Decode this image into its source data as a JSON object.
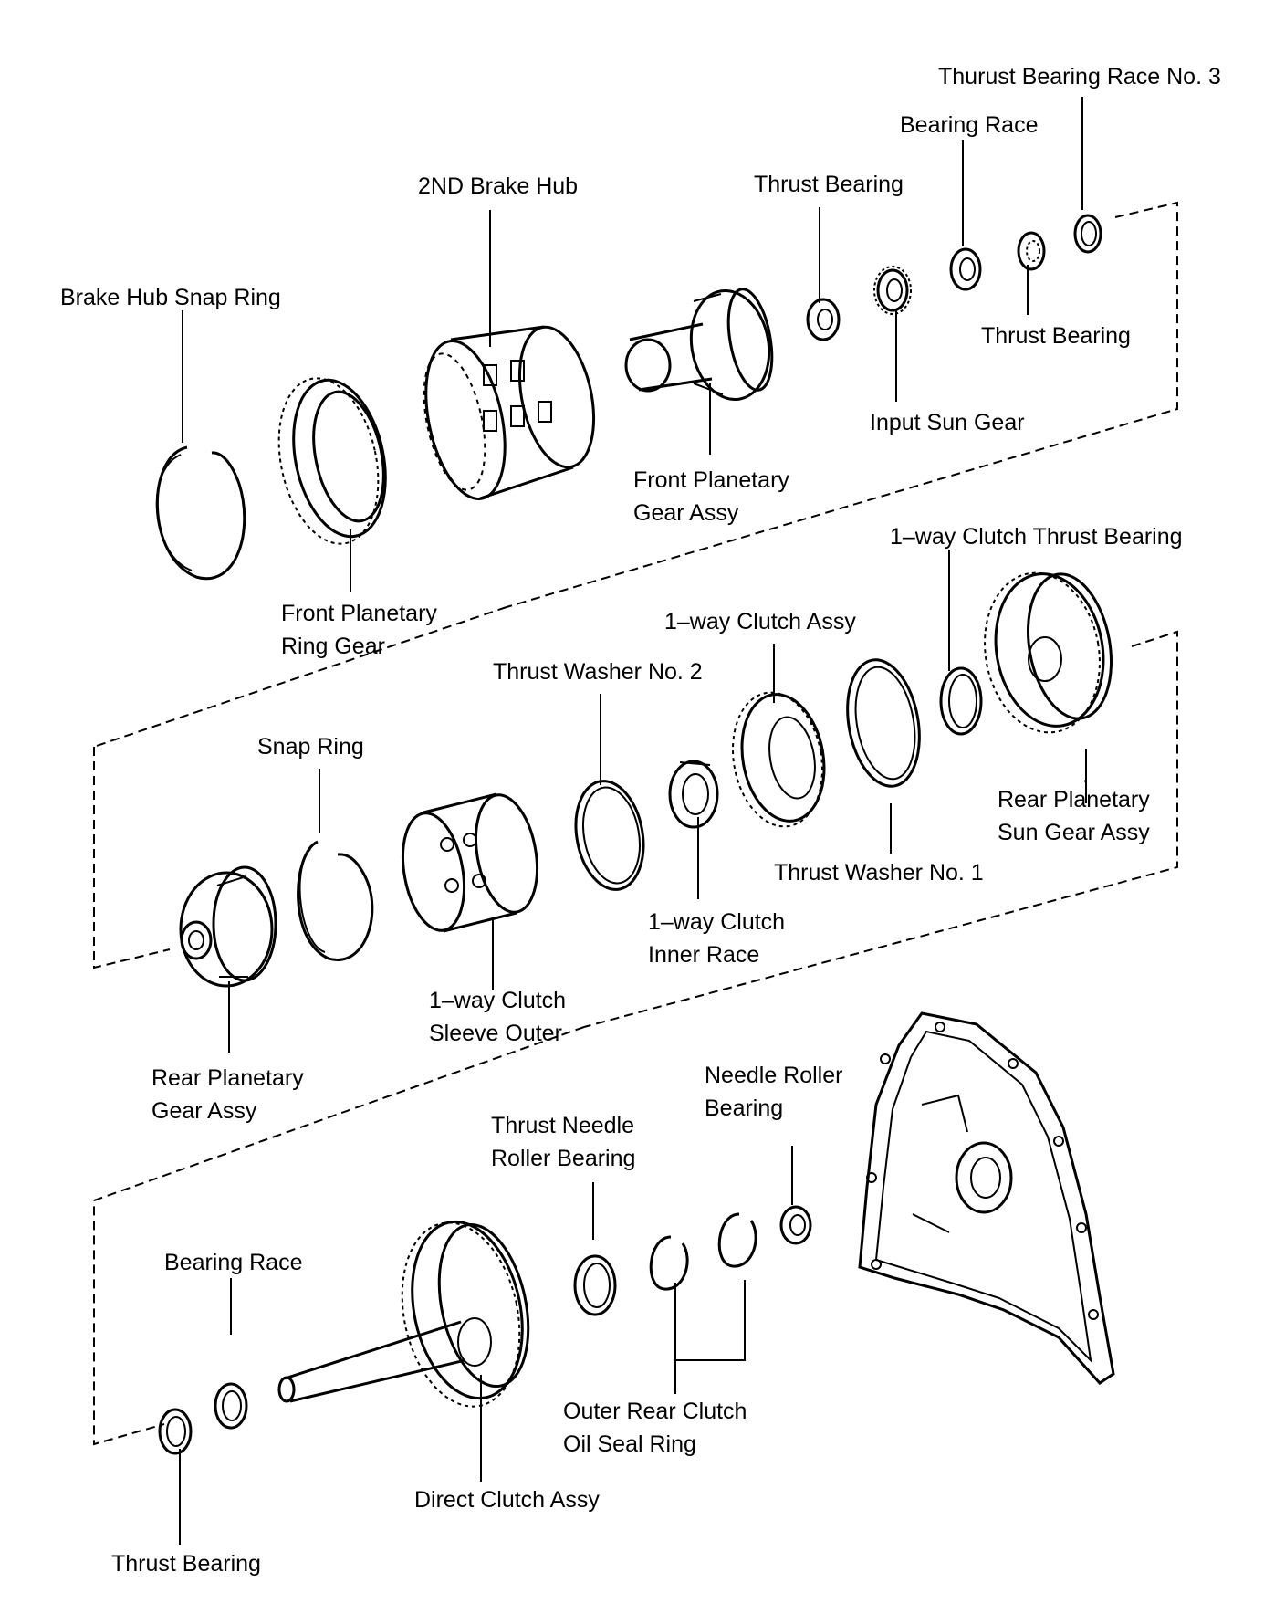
{
  "labels": {
    "thurust_bearing_race_no3": "Thurust Bearing Race No. 3",
    "bearing_race_top": "Bearing Race",
    "thrust_bearing_top": "Thrust Bearing",
    "second_brake_hub": "2ND Brake Hub",
    "brake_hub_snap_ring": "Brake Hub Snap Ring",
    "thrust_bearing_mid": "Thrust Bearing",
    "input_sun_gear": "Input Sun Gear",
    "front_planetary_gear_assy": [
      "Front Planetary",
      "Gear Assy"
    ],
    "front_planetary_ring_gear": [
      "Front Planetary",
      "Ring Gear"
    ],
    "one_way_clutch_thrust_bearing": "1–way Clutch Thrust Bearing",
    "one_way_clutch_assy": "1–way Clutch Assy",
    "thrust_washer_no2": "Thrust Washer No. 2",
    "snap_ring": "Snap Ring",
    "rear_planetary_sun_gear_assy": [
      "Rear Planetary",
      "Sun Gear Assy"
    ],
    "thrust_washer_no1": "Thrust Washer No. 1",
    "one_way_clutch_inner_race": [
      "1–way Clutch",
      "Inner Race"
    ],
    "one_way_clutch_sleeve_outer": [
      "1–way Clutch",
      "Sleeve Outer"
    ],
    "rear_planetary_gear_assy": [
      "Rear Planetary",
      "Gear Assy"
    ],
    "needle_roller_bearing": [
      "Needle Roller",
      "Bearing"
    ],
    "thrust_needle_roller_bearing": [
      "Thrust Needle",
      "Roller Bearing"
    ],
    "bearing_race_bottom": "Bearing Race",
    "outer_rear_clutch_oil_seal_ring": [
      "Outer Rear Clutch",
      "Oil Seal Ring"
    ],
    "direct_clutch_assy": "Direct Clutch Assy",
    "thrust_bearing_bottom": "Thrust Bearing"
  },
  "colors": {
    "ink": "#000000",
    "background": "#ffffff"
  }
}
